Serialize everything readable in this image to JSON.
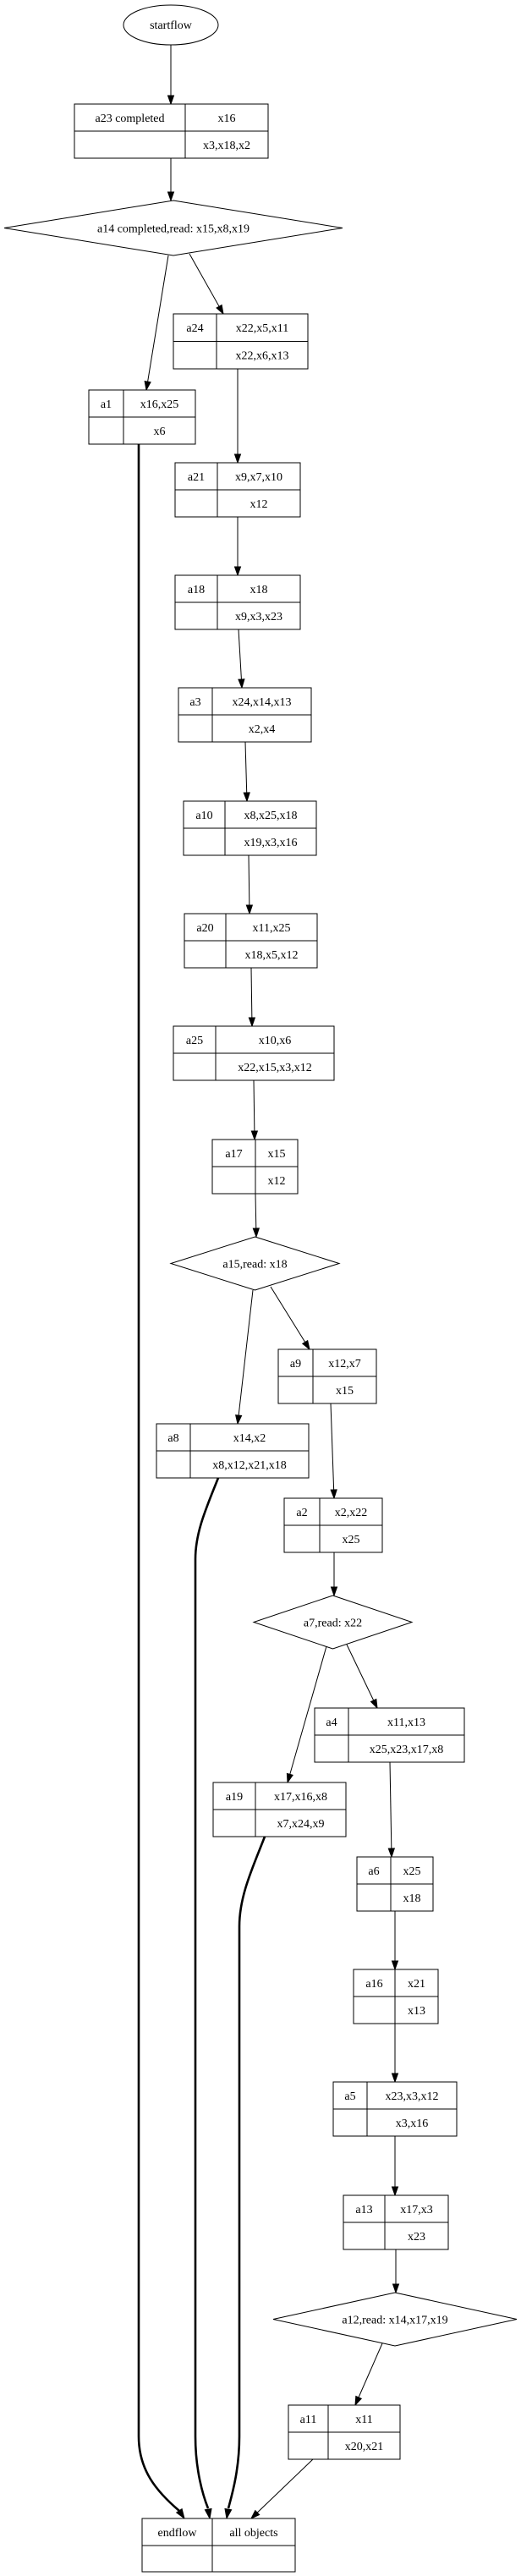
{
  "start": {
    "id": "startflow",
    "label": "startflow"
  },
  "end": {
    "id": "endflow",
    "label": "endflow",
    "objects_label": "all objects"
  },
  "nodes": [
    {
      "id": "a23",
      "type": "activity",
      "label": "a23 completed",
      "in": "x16",
      "out": "x3,x18,x2"
    },
    {
      "id": "a14",
      "type": "decision",
      "label": "a14 completed,read: x15,x8,x19"
    },
    {
      "id": "a24",
      "type": "activity",
      "label": "a24",
      "in": "x22,x5,x11",
      "out": "x22,x6,x13"
    },
    {
      "id": "a1",
      "type": "activity",
      "label": "a1",
      "in": "x16,x25",
      "out": "x6"
    },
    {
      "id": "a21",
      "type": "activity",
      "label": "a21",
      "in": "x9,x7,x10",
      "out": "x12"
    },
    {
      "id": "a18",
      "type": "activity",
      "label": "a18",
      "in": "x18",
      "out": "x9,x3,x23"
    },
    {
      "id": "a3",
      "type": "activity",
      "label": "a3",
      "in": "x24,x14,x13",
      "out": "x2,x4"
    },
    {
      "id": "a10",
      "type": "activity",
      "label": "a10",
      "in": "x8,x25,x18",
      "out": "x19,x3,x16"
    },
    {
      "id": "a20",
      "type": "activity",
      "label": "a20",
      "in": "x11,x25",
      "out": "x18,x5,x12"
    },
    {
      "id": "a25",
      "type": "activity",
      "label": "a25",
      "in": "x10,x6",
      "out": "x22,x15,x3,x12"
    },
    {
      "id": "a17",
      "type": "activity",
      "label": "a17",
      "in": "x15",
      "out": "x12"
    },
    {
      "id": "a15",
      "type": "decision",
      "label": "a15,read: x18"
    },
    {
      "id": "a9",
      "type": "activity",
      "label": "a9",
      "in": "x12,x7",
      "out": "x15"
    },
    {
      "id": "a8",
      "type": "activity",
      "label": "a8",
      "in": "x14,x2",
      "out": "x8,x12,x21,x18"
    },
    {
      "id": "a2",
      "type": "activity",
      "label": "a2",
      "in": "x2,x22",
      "out": "x25"
    },
    {
      "id": "a7",
      "type": "decision",
      "label": "a7,read: x22"
    },
    {
      "id": "a4",
      "type": "activity",
      "label": "a4",
      "in": "x11,x13",
      "out": "x25,x23,x17,x8"
    },
    {
      "id": "a19",
      "type": "activity",
      "label": "a19",
      "in": "x17,x16,x8",
      "out": "x7,x24,x9"
    },
    {
      "id": "a6",
      "type": "activity",
      "label": "a6",
      "in": "x25",
      "out": "x18"
    },
    {
      "id": "a16",
      "type": "activity",
      "label": "a16",
      "in": "x21",
      "out": "x13"
    },
    {
      "id": "a5",
      "type": "activity",
      "label": "a5",
      "in": "x23,x3,x12",
      "out": "x3,x16"
    },
    {
      "id": "a13",
      "type": "activity",
      "label": "a13",
      "in": "x17,x3",
      "out": "x23"
    },
    {
      "id": "a12",
      "type": "decision",
      "label": "a12,read: x14,x17,x19"
    },
    {
      "id": "a11",
      "type": "activity",
      "label": "a11",
      "in": "x11",
      "out": "x20,x21"
    }
  ],
  "edges": [
    {
      "from": "startflow",
      "to": "a23"
    },
    {
      "from": "a23",
      "to": "a14"
    },
    {
      "from": "a14",
      "to": "a1"
    },
    {
      "from": "a14",
      "to": "a24"
    },
    {
      "from": "a24",
      "to": "a21"
    },
    {
      "from": "a21",
      "to": "a18"
    },
    {
      "from": "a18",
      "to": "a3"
    },
    {
      "from": "a3",
      "to": "a10"
    },
    {
      "from": "a10",
      "to": "a20"
    },
    {
      "from": "a20",
      "to": "a25"
    },
    {
      "from": "a25",
      "to": "a17"
    },
    {
      "from": "a17",
      "to": "a15"
    },
    {
      "from": "a15",
      "to": "a8"
    },
    {
      "from": "a15",
      "to": "a9"
    },
    {
      "from": "a9",
      "to": "a2"
    },
    {
      "from": "a2",
      "to": "a7"
    },
    {
      "from": "a7",
      "to": "a19"
    },
    {
      "from": "a7",
      "to": "a4"
    },
    {
      "from": "a4",
      "to": "a6"
    },
    {
      "from": "a6",
      "to": "a16"
    },
    {
      "from": "a16",
      "to": "a5"
    },
    {
      "from": "a5",
      "to": "a13"
    },
    {
      "from": "a13",
      "to": "a12"
    },
    {
      "from": "a12",
      "to": "a11"
    },
    {
      "from": "a11",
      "to": "endflow"
    },
    {
      "from": "a1",
      "to": "endflow",
      "bold": true
    },
    {
      "from": "a8",
      "to": "endflow",
      "bold": true
    },
    {
      "from": "a19",
      "to": "endflow",
      "bold": true
    }
  ]
}
